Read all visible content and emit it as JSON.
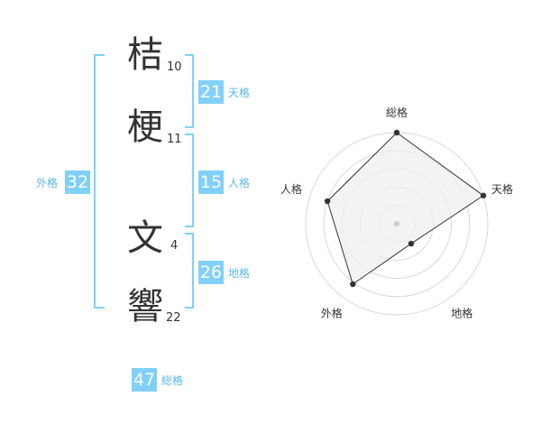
{
  "name": {
    "chars": [
      {
        "char": "桔",
        "strokes": "10"
      },
      {
        "char": "梗",
        "strokes": "11"
      },
      {
        "char": "文",
        "strokes": "4"
      },
      {
        "char": "響",
        "strokes": "22"
      }
    ]
  },
  "fortunes": {
    "tenkaku": {
      "value": "21",
      "label": "天格"
    },
    "jinkaku": {
      "value": "15",
      "label": "人格"
    },
    "chikaku": {
      "value": "26",
      "label": "地格"
    },
    "gaikaku": {
      "value": "32",
      "label": "外格"
    },
    "soukaku": {
      "value": "47",
      "label": "総格"
    }
  },
  "chart_data": {
    "type": "radar",
    "axes": [
      "総格",
      "天格",
      "地格",
      "外格",
      "人格"
    ],
    "values": [
      1.0,
      1.0,
      0.27,
      0.82,
      0.8
    ],
    "rmax": 1.0,
    "rings": 5,
    "colors": {
      "fill": "#efefef",
      "ring": "#d8d8d8",
      "line": "#333333",
      "point": "#333333",
      "center": "#cccccc"
    }
  }
}
